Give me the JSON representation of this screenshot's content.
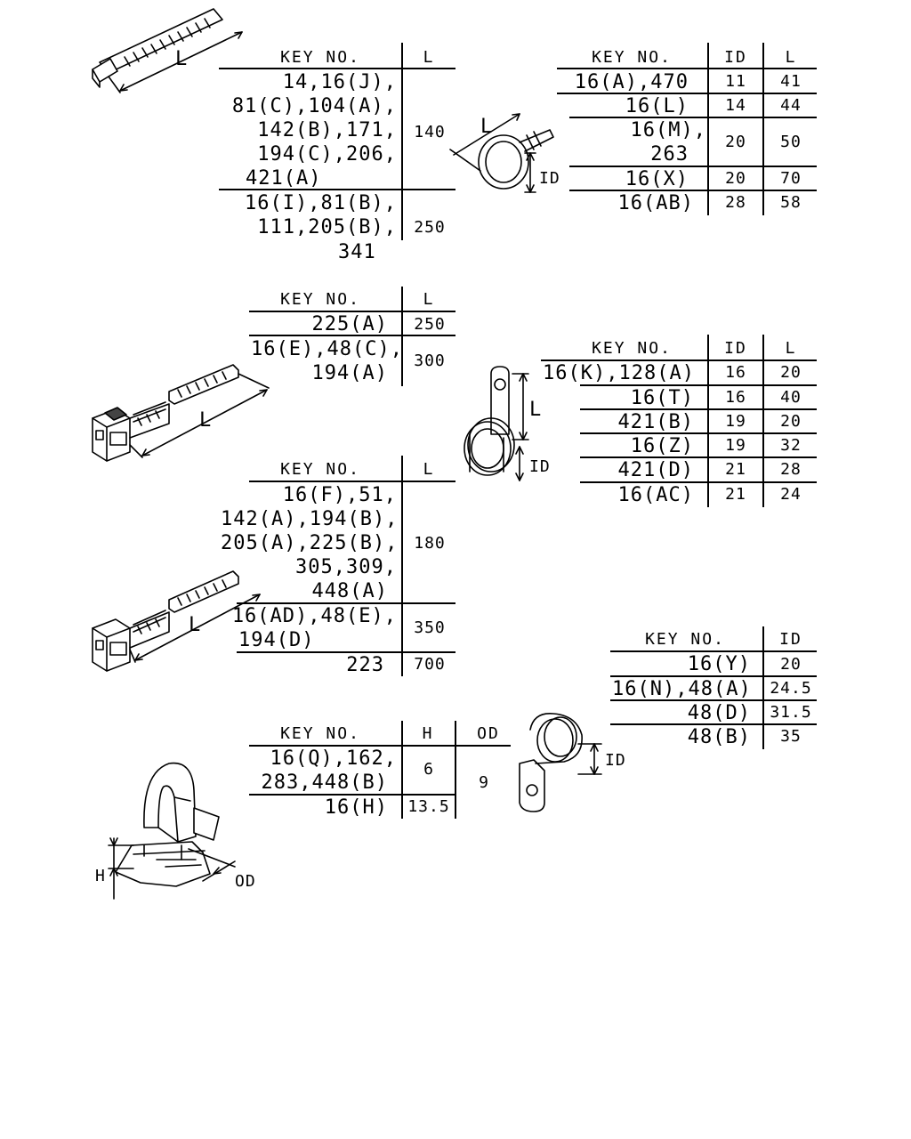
{
  "labels": {
    "L": "L",
    "ID": "ID",
    "H": "H",
    "OD": "OD"
  },
  "t1": {
    "h_key": "KEY NO.",
    "h_l": "L",
    "r1_lines": [
      "14,16(J),",
      "81(C),104(A),",
      "142(B),171,",
      "194(C),206,",
      "421(A)"
    ],
    "r1_l": "140",
    "r2_lines": [
      "16(I),81(B),",
      "111,205(B),",
      "341"
    ],
    "r2_l": "250"
  },
  "t2": {
    "h_key": "KEY NO.",
    "h_id": "ID",
    "h_l": "L",
    "rows": [
      {
        "key": "16(A),470",
        "id": "11",
        "l": "41"
      },
      {
        "key": "16(L)",
        "id": "14",
        "l": "44"
      },
      {
        "key1": "16(M),",
        "key2": "263",
        "id": "20",
        "l": "50"
      },
      {
        "key": "16(X)",
        "id": "20",
        "l": "70"
      },
      {
        "key": "16(AB)",
        "id": "28",
        "l": "58"
      }
    ]
  },
  "t3": {
    "h_key": "KEY NO.",
    "h_l": "L",
    "r1_key": "225(A)",
    "r1_l": "250",
    "r2_lines": [
      "16(E),48(C),",
      "194(A)"
    ],
    "r2_l": "300"
  },
  "t4": {
    "h_key": "KEY NO.",
    "h_id": "ID",
    "h_l": "L",
    "rows": [
      {
        "key": "16(K),128(A)",
        "id": "16",
        "l": "20"
      },
      {
        "key": "16(T)",
        "id": "16",
        "l": "40"
      },
      {
        "key": "421(B)",
        "id": "19",
        "l": "20"
      },
      {
        "key": "16(Z)",
        "id": "19",
        "l": "32"
      },
      {
        "key": "421(D)",
        "id": "21",
        "l": "28"
      },
      {
        "key": "16(AC)",
        "id": "21",
        "l": "24"
      }
    ]
  },
  "t5": {
    "h_key": "KEY NO.",
    "h_l": "L",
    "r1_lines": [
      "16(F),51,",
      "142(A),194(B),",
      "205(A),225(B),",
      "305,309,",
      "448(A)"
    ],
    "r1_l": "180",
    "r2_lines": [
      "16(AD),48(E),",
      "194(D)"
    ],
    "r2_l": "350",
    "r3_key": "223",
    "r3_l": "700"
  },
  "t6": {
    "h_key": "KEY NO.",
    "h_id": "ID",
    "rows": [
      {
        "key": "16(Y)",
        "id": "20"
      },
      {
        "key": "16(N),48(A)",
        "id": "24.5"
      },
      {
        "key": "48(D)",
        "id": "31.5"
      },
      {
        "key": "48(B)",
        "id": "35"
      }
    ]
  },
  "t7": {
    "h_key": "KEY NO.",
    "h_h": "H",
    "h_od": "OD",
    "r1_lines": [
      "16(Q),162,",
      "283,448(B)"
    ],
    "r1_h": "6",
    "r2_key": "16(H)",
    "r2_h": "13.5",
    "od": "9"
  }
}
